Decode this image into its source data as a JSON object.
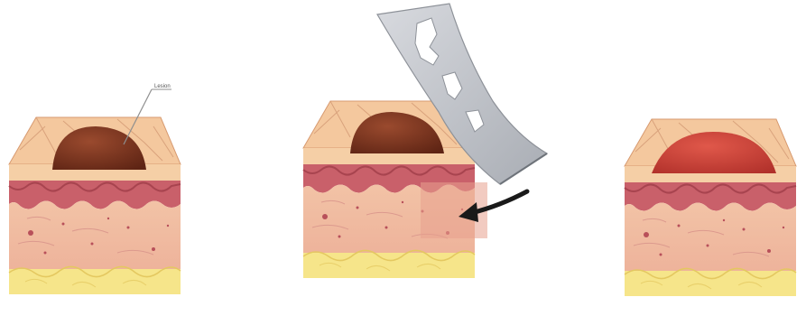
{
  "diagram": {
    "callout_label": "Lesion",
    "panels": [
      {
        "id": "before",
        "lesion": "dark"
      },
      {
        "id": "shave",
        "lesion": "dark",
        "tool": "razor-blade",
        "indicator": "arrow"
      },
      {
        "id": "after",
        "lesion": "red"
      }
    ]
  },
  "colors": {
    "epidermis": "#f3c59a",
    "epidermis_line": "#d79a70",
    "dermis": "#f0b8a0",
    "papillary": "#c9606a",
    "papillary_dark": "#a8444f",
    "fat": "#f6e58a",
    "lesion_dark": "#7a3420",
    "lesion_red": "#c64030",
    "blade": "#c3c6cc",
    "arrow": "#1a1a1a"
  }
}
